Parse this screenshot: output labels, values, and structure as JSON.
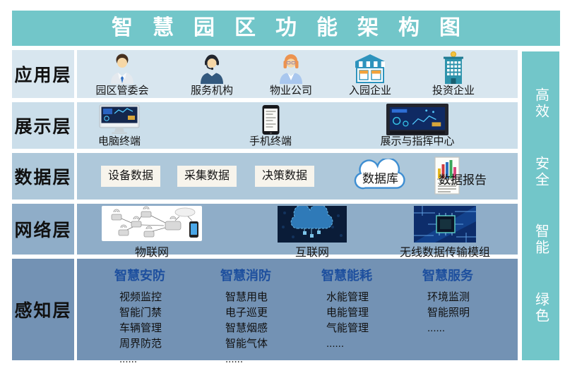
{
  "title": "智慧园区功能架构图",
  "colors": {
    "accent_teal": "#72c6c9",
    "layer_application_bg": "#d8e6ef",
    "layer_display_bg": "#cbdeea",
    "layer_data_bg": "#aec8da",
    "layer_network_bg": "#8fadc8",
    "layer_perception_bg": "#7392b4",
    "group_title_blue": "#1d4f9e",
    "data_box_bg": "#f7f4ec"
  },
  "side_values": [
    {
      "label": "高效"
    },
    {
      "label": "安全"
    },
    {
      "label": "智能"
    },
    {
      "label": "绿色"
    }
  ],
  "layers": {
    "application": {
      "label": "应用层",
      "items": [
        {
          "label": "园区管委会",
          "icon": "manager-avatar-icon"
        },
        {
          "label": "服务机构",
          "icon": "service-agent-icon"
        },
        {
          "label": "物业公司",
          "icon": "property-manager-icon"
        },
        {
          "label": "入园企业",
          "icon": "storefront-icon"
        },
        {
          "label": "投资企业",
          "icon": "office-building-icon"
        }
      ]
    },
    "display": {
      "label": "展示层",
      "items": [
        {
          "label": "电脑终端",
          "icon": "desktop-monitor-icon"
        },
        {
          "label": "手机终端",
          "icon": "tablet-icon"
        },
        {
          "label": "展示与指挥中心",
          "icon": "command-screen-icon"
        }
      ]
    },
    "data": {
      "label": "数据层",
      "boxes": [
        {
          "label": "设备数据"
        },
        {
          "label": "采集数据"
        },
        {
          "label": "决策数据"
        }
      ],
      "cloud_label": "数据库",
      "report_label": "数据报告"
    },
    "network": {
      "label": "网络层",
      "items": [
        {
          "label": "物联网",
          "icon": "iot-network-image"
        },
        {
          "label": "互联网",
          "icon": "internet-cloud-image"
        },
        {
          "label": "无线数据传输模组",
          "icon": "chip-module-image"
        }
      ]
    },
    "perception": {
      "label": "感知层",
      "groups": [
        {
          "title": "智慧安防",
          "items": [
            "视频监控",
            "智能门禁",
            "车辆管理",
            "周界防范",
            "......"
          ]
        },
        {
          "title": "智慧消防",
          "items": [
            "智慧用电",
            "电子巡更",
            "智慧烟感",
            "智能气体",
            "......"
          ]
        },
        {
          "title": "智慧能耗",
          "items": [
            "水能管理",
            "电能管理",
            "气能管理",
            "......"
          ]
        },
        {
          "title": "智慧服务",
          "items": [
            "环境监测",
            "智能照明",
            "......"
          ]
        }
      ]
    }
  }
}
